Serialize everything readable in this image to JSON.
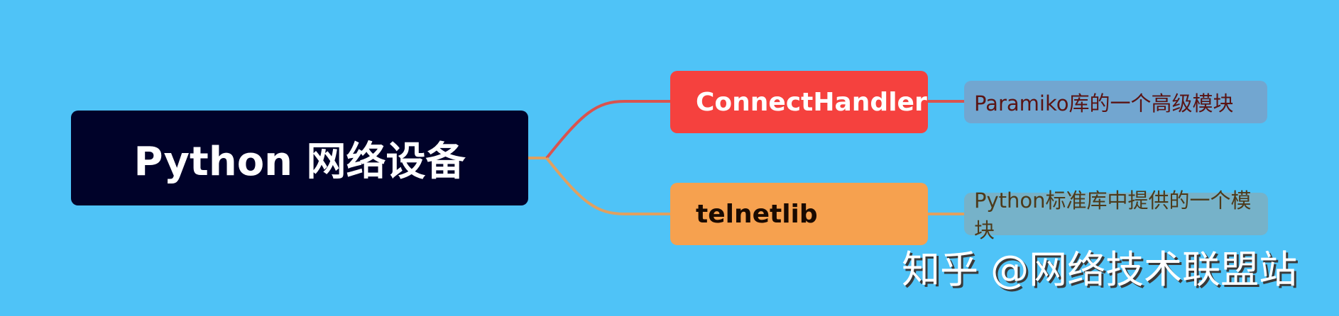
{
  "theme": {
    "background": "#4fc3f7",
    "root_fill": "#000229",
    "branch_1_fill": "#f5413e",
    "branch_2_fill": "#f6a14f",
    "leaf_1_fill": "#72a6d0",
    "leaf_2_fill": "#76b2c9",
    "connector_1_color": "#d9534f",
    "connector_2_color": "#e0a060"
  },
  "mindmap": {
    "root": {
      "label": "Python 网络设备"
    },
    "branches": [
      {
        "label": "ConnectHandler",
        "note": "Paramiko库的一个高级模块"
      },
      {
        "label": "telnetlib",
        "note": "Python标准库中提供的一个模块"
      }
    ]
  },
  "watermark": {
    "text": "知乎 @网络技术联盟站"
  }
}
